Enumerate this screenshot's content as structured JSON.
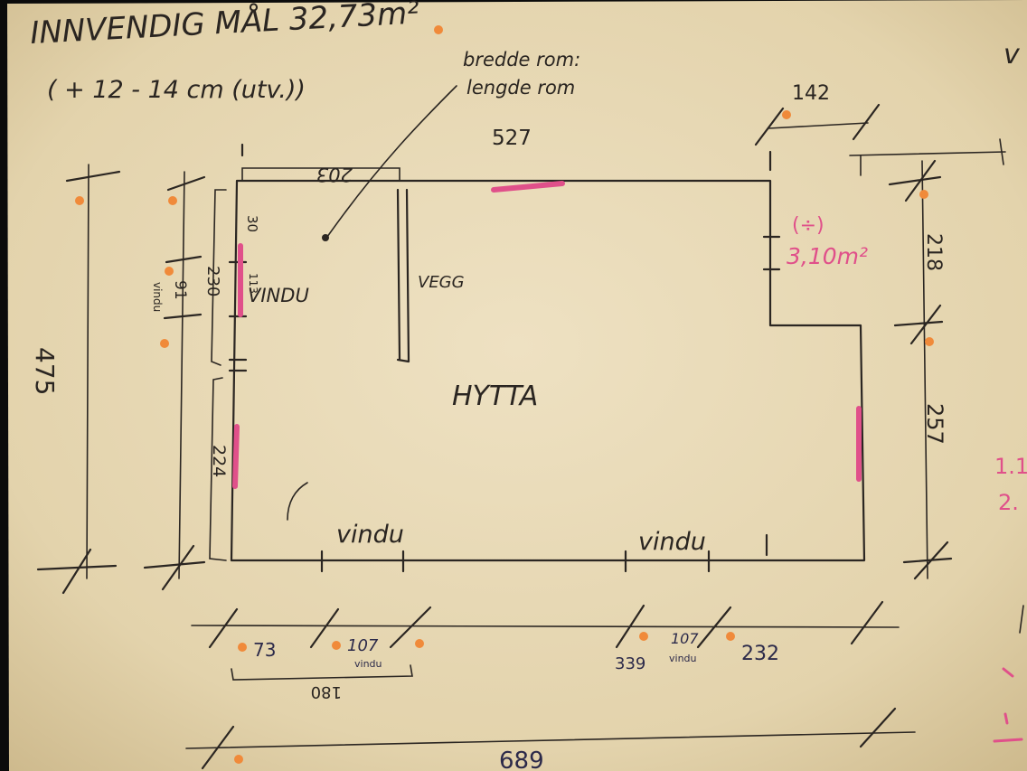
{
  "sheet": {
    "paper_color": "#e6d7b3",
    "ink_color": "#2b2622",
    "accent_pink": "#e0508a",
    "dot_orange": "#f08a3a"
  },
  "header": {
    "title": "INNVENDIG MÅL 32,73m²",
    "note": "( + 12 - 14 cm (utv.))",
    "legend_line1": "bredde rom:",
    "legend_line2": "lengde rom"
  },
  "room": {
    "name": "HYTTA",
    "wall_label": "VEGG",
    "window_label_left": "VINDU",
    "window_label_bottom_left": "vindu",
    "window_label_bottom_right": "vindu",
    "cutout_area_line1": "(÷)",
    "cutout_area_line2": "3,10m²"
  },
  "dimensions": {
    "top_width": "527",
    "top_notch": "142",
    "top_left_segment": "203",
    "left_overall": "475",
    "left_upper": "230",
    "left_window": "91",
    "left_window_sub": "vindu",
    "left_small_a": "30",
    "left_small_b": "113",
    "left_lower": "224",
    "right_upper": "218",
    "right_lower": "257",
    "bottom_seg1": "73",
    "bottom_seg2": "107",
    "bottom_seg2_sub": "vindu",
    "bottom_seg3": "339",
    "bottom_seg4": "107",
    "bottom_seg4_sub": "vindu",
    "bottom_seg5": "232",
    "bottom_brace": "180",
    "bottom_overall": "689"
  },
  "margin_notes": {
    "top_right": "v",
    "right_line1": "1.1",
    "right_line2": "2."
  }
}
